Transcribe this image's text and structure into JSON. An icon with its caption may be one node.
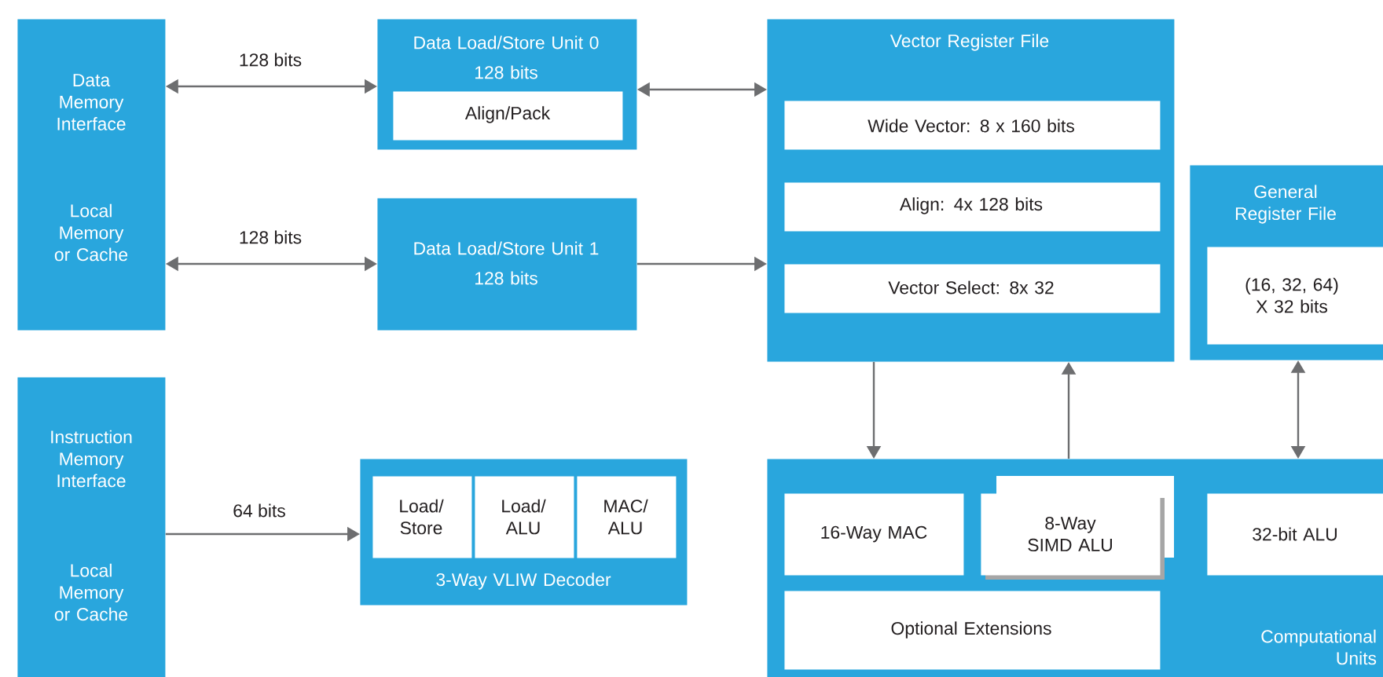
{
  "diagram": {
    "nodes": [
      {
        "text": [
          "Data Memory Interface",
          "Local Memory or Cache"
        ]
      },
      {
        "text": [
          "Data Load/Store Unit 0",
          "128 bits"
        ]
      },
      {
        "text": [
          "Align/Pack"
        ],
        "in": 1
      },
      {
        "text": [
          "Data Load/Store Unit 1",
          "128 bits"
        ]
      },
      {
        "text": [
          "Vector Register File"
        ]
      },
      {
        "text": [
          "Wide Vector:  8 x 160 bits"
        ],
        "in": 4
      },
      {
        "text": [
          "Align:  4x 128 bits"
        ],
        "in": 4
      },
      {
        "text": [
          "Vector Select:  8x 32"
        ],
        "in": 4
      },
      {
        "text": [
          "General Register File"
        ]
      },
      {
        "text": [
          "(16, 32, 64) X 32 bits"
        ],
        "in": 8
      },
      {
        "text": [
          "Instruction Memory Interface",
          "Local Memory or Cache"
        ]
      },
      {
        "text": [
          "3-Way VLIW Decoder"
        ]
      },
      {
        "text": [
          "Load/ Store"
        ],
        "in": 11
      },
      {
        "text": [
          "Load/ ALU"
        ],
        "in": 11
      },
      {
        "text": [
          "MAC/ ALU"
        ],
        "in": 11
      },
      {
        "text": [
          "Computational Units"
        ]
      },
      {
        "text": [
          "16-Way MAC"
        ],
        "in": 15
      },
      {
        "text": [
          "8-Way SIMD ALU"
        ],
        "in": 15
      },
      {
        "text": [
          "32-bit ALU"
        ],
        "in": 15
      },
      {
        "text": [
          "Optional Extensions"
        ],
        "in": 15
      }
    ],
    "edges": [
      {
        "from": 0,
        "to": 1,
        "arrow": "both",
        "label": "128 bits"
      },
      {
        "from": 0,
        "to": 3,
        "arrow": "both",
        "label": "128 bits"
      },
      {
        "from": 1,
        "to": 4,
        "arrow": "both"
      },
      {
        "from": 3,
        "to": 4,
        "arrow": "to"
      },
      {
        "from": 4,
        "to": 15,
        "arrow": "to"
      },
      {
        "from": 15,
        "to": 4,
        "arrow": "to"
      },
      {
        "from": 8,
        "to": 15,
        "arrow": "both"
      },
      {
        "from": 10,
        "to": 11,
        "arrow": "to",
        "label": "64 bits"
      }
    ]
  }
}
